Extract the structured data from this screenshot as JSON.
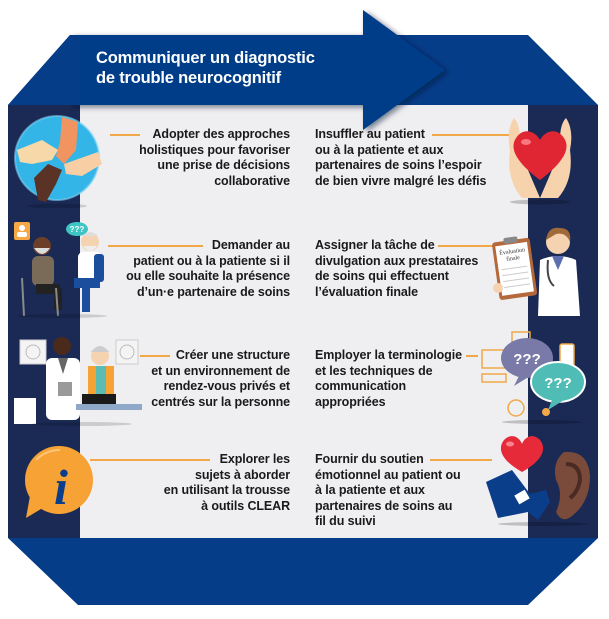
{
  "title": {
    "line1": "Communiquer un diagnostic",
    "line2": "de trouble neurocognitif"
  },
  "colors": {
    "navy": "#063d88",
    "dark_navy": "#1b2a55",
    "panel": "#efeff2",
    "connector": "#f0a848",
    "text": "#1a1a1a"
  },
  "items": [
    {
      "side": "left",
      "lines": [
        "Adopter des approches",
        "holistiques pour favoriser",
        "une prise de décisions",
        "collaborative"
      ],
      "icon": "hands-together-icon"
    },
    {
      "side": "right",
      "lines": [
        "Insuffler au patient",
        "ou à la patiente et aux",
        "partenaires de soins l’espoir",
        "de bien vivre malgré les défis"
      ],
      "icon": "hands-holding-heart-icon"
    },
    {
      "side": "left",
      "lines": [
        "Demander au",
        "patient ou à la patiente si il",
        "ou elle souhaite la présence",
        "d’un·e partenaire de soins"
      ],
      "icon": "patient-and-doctor-icon",
      "bubble": "???"
    },
    {
      "side": "right",
      "lines": [
        "Assigner la tâche de",
        "divulgation aux prestataires",
        "de soins qui effectuent",
        "l’évaluation finale"
      ],
      "icon": "doctor-with-clipboard-icon",
      "clipboard": [
        "Évaluation",
        "finale"
      ]
    },
    {
      "side": "left",
      "lines": [
        "Créer une structure",
        "et un environnement de",
        "rendez-vous privés et",
        "centrés sur la personne"
      ],
      "icon": "doctor-and-patient-office-icon"
    },
    {
      "side": "right",
      "lines": [
        "Employer la terminologie",
        "et les techniques de",
        "communication",
        "appropriées"
      ],
      "icon": "question-bubbles-icon",
      "bubble": "???"
    },
    {
      "side": "left",
      "lines": [
        "Explorer les",
        "sujets à aborder",
        "en utilisant la trousse",
        "à outils CLEAR"
      ],
      "icon": "info-bubble-icon",
      "glyph": "i"
    },
    {
      "side": "right",
      "lines": [
        "Fournir du soutien",
        "émotionnel au patient ou",
        "à la patiente et aux",
        "partenaires de soins au",
        "fil du suivi"
      ],
      "icon": "heart-ear-icon"
    }
  ]
}
